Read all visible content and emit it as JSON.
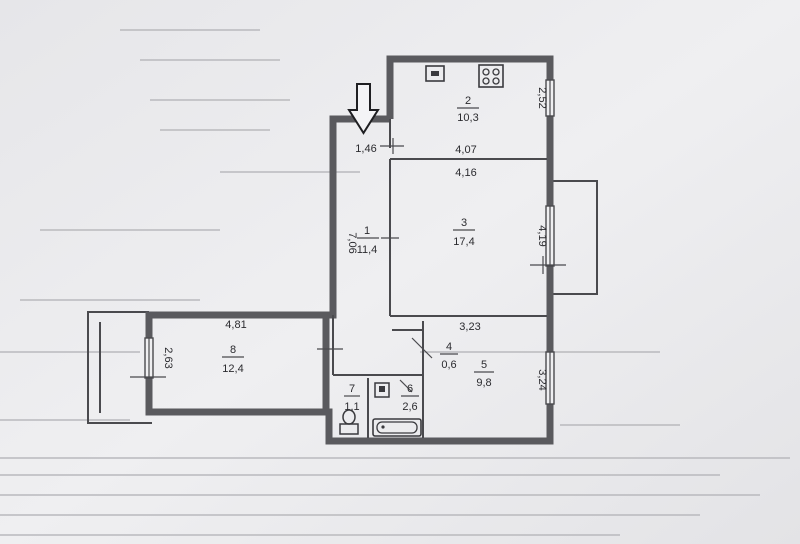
{
  "rooms": [
    {
      "id": "1",
      "area": "11,4"
    },
    {
      "id": "2",
      "area": "10,3"
    },
    {
      "id": "3",
      "area": "17,4"
    },
    {
      "id": "4",
      "area": "0,6"
    },
    {
      "id": "5",
      "area": "9,8"
    },
    {
      "id": "6",
      "area": "2,6"
    },
    {
      "id": "7",
      "area": "1,1"
    },
    {
      "id": "8",
      "area": "12,4"
    }
  ],
  "dimensions": {
    "corridor_width": "1,46",
    "corridor_length": "7,06",
    "kitchen_width": "4,07",
    "kitchen_depth": "2,52",
    "room3_width": "4,16",
    "room3_depth": "4,19",
    "room5_width": "3,23",
    "room5_depth": "3,24",
    "room8_width": "4,81",
    "room8_depth": "2,63"
  },
  "colors": {
    "paper": "#efeff1",
    "wall": "#5a5a5e",
    "ink": "#2b2b2f"
  },
  "icons": {
    "arrow": "down-arrow-icon",
    "stove": "stove-icon",
    "sink": "sink-icon",
    "bathtub": "bathtub-icon",
    "toilet": "toilet-icon"
  }
}
